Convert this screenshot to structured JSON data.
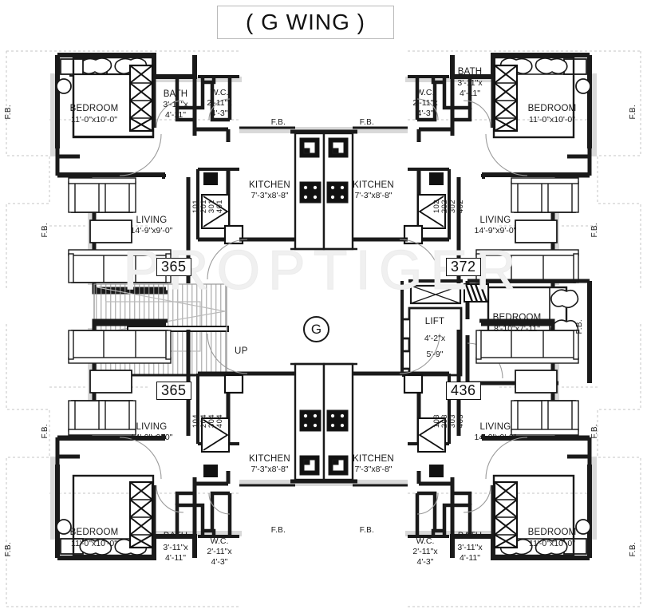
{
  "title": {
    "text": "( G WING )"
  },
  "watermark": {
    "primary": "PROPTIGER",
    "secondary": ""
  },
  "center": {
    "wing_marker": "G",
    "up_label": "UP",
    "lift": {
      "name": "LIFT",
      "dim_line1": "4'-2\"x",
      "dim_line2": "5'-9\""
    }
  },
  "area_badges": [
    {
      "id": "badge-top-left",
      "value": "365"
    },
    {
      "id": "badge-top-right",
      "value": "372"
    },
    {
      "id": "badge-bottom-left",
      "value": "365"
    },
    {
      "id": "badge-bottom-right",
      "value": "436"
    }
  ],
  "unit_codes": {
    "top_left": [
      "101",
      "201",
      "301",
      "401"
    ],
    "top_right": [
      "102",
      "202",
      "302",
      "402"
    ],
    "bottom_left": [
      "104",
      "204",
      "304",
      "404"
    ],
    "bottom_right": [
      "103",
      "203",
      "303",
      "403"
    ]
  },
  "rooms": {
    "bedroom_main": {
      "name": "BEDROOM",
      "dim": "11'-0\"x10'-0\""
    },
    "bedroom_small": {
      "name": "BEDROOM",
      "dim": "8'-10\"x7'-11\""
    },
    "living": {
      "name": "LIVING",
      "dim": "14'-9\"x9'-0\""
    },
    "kitchen": {
      "name": "KITCHEN",
      "dim": "7'-3\"x8'-8\""
    },
    "bath": {
      "name": "BATH",
      "dim_line1": "3'-11\"x",
      "dim_line2": "4'-11\""
    },
    "wc": {
      "name": "W.C.",
      "dim_line1": "2'-11\"x",
      "dim_line2": "4'-3\""
    }
  },
  "fb_label": "F.B.",
  "colors": {
    "wall": "#1a1a1a",
    "wall_fill": "#ffffff",
    "hatch": "#111111",
    "balcony_band": "#d8d8d8",
    "dashed_boundary": "#c8c8c8",
    "text": "#1a1a1a",
    "watermark": "#f0f0f0"
  }
}
